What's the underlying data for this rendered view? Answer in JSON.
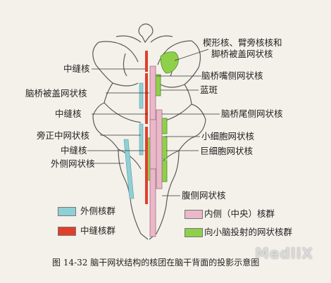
{
  "labels": {
    "wedge_nucleus": "楔形核、臂旁核核和",
    "pontine_tegmental_top": "脚桥被盖网状核",
    "raphe_top": "中缝核",
    "pontine_oral": "脑桥嘴侧网状核",
    "pontine_tegmental_left": "脑桥被盖网状核",
    "locus_coeruleus": "蓝斑",
    "raphe_mid": "中缝核",
    "pontine_caudal": "脑桥尾侧网状核",
    "paramedian": "旁正中网状核",
    "parvocellular": "小细胞网状核",
    "raphe_low": "中缝核",
    "gigantocellular": "巨细胞网状核",
    "lateral": "外侧网状核",
    "ventral": "腹侧网状核"
  },
  "legend": {
    "lateral_group": "外侧核群",
    "raphe_group": "中缝核群",
    "medial_group": "内侧（中央）核群",
    "cerebellar_group": "向小脑投射的网状核群"
  },
  "caption": "图 14-32    脑干网状结构的核团在脑干背面的投影示意图",
  "watermark": "MedliX",
  "colors": {
    "lateral": "#8fd0d6",
    "raphe": "#e03f2a",
    "medial": "#eab8c9",
    "cerebellar": "#8fd04a",
    "outline": "#5a5a5a",
    "background": "#f4f1ea"
  }
}
